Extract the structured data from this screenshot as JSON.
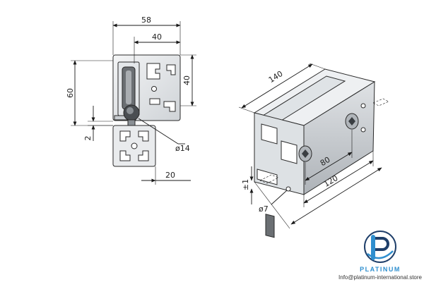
{
  "diagram": {
    "front_view": {
      "dims": {
        "width_top": "58",
        "inner_width": "40",
        "profile_height": "40",
        "total_height": "60",
        "offset": "2",
        "diameter": "ø14",
        "lower_width": "20"
      }
    },
    "iso_view": {
      "dims": {
        "length": "140",
        "hole_spacing": "80",
        "base_length": "120",
        "tolerance": "±1",
        "hole_diameter": "ø7"
      }
    }
  },
  "branding": {
    "name": "PLATINUM",
    "contact": "Info@platinum-international.store",
    "colors": {
      "primary": "#2f8fcf",
      "dark": "#1f3f6a"
    }
  }
}
